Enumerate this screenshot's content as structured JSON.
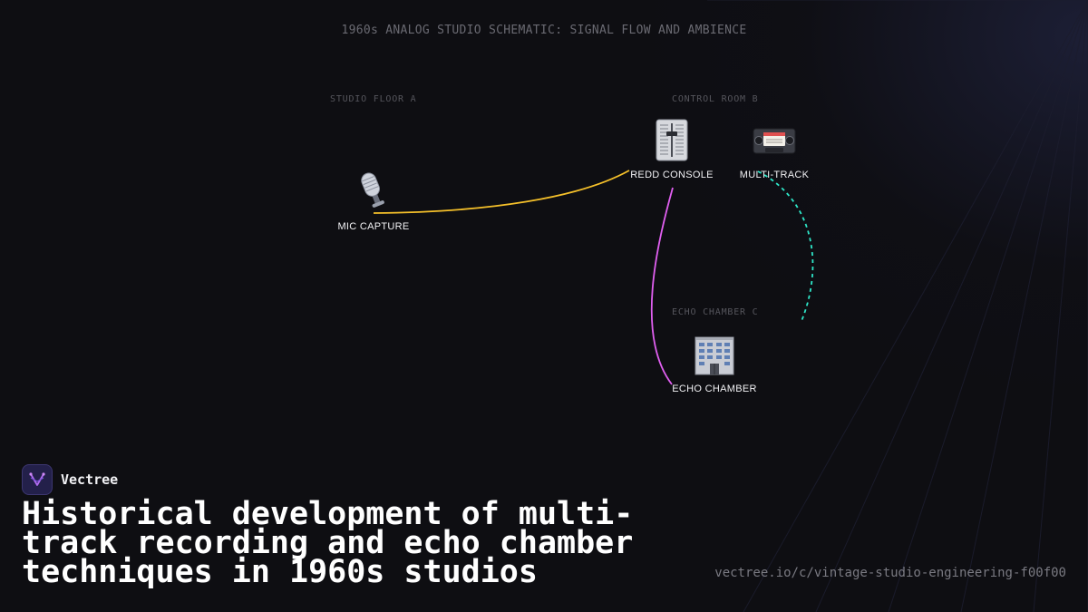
{
  "diagram": {
    "title": "1960s ANALOG STUDIO SCHEMATIC: SIGNAL FLOW AND AMBIENCE",
    "zones": {
      "studio_floor": "STUDIO FLOOR A",
      "control_room": "CONTROL ROOM B",
      "echo_room": "ECHO CHAMBER C"
    },
    "nodes": {
      "mic": {
        "label": "MIC CAPTURE",
        "icon": "microphone-icon"
      },
      "console": {
        "label": "REDD CONSOLE",
        "icon": "mixing-fader-icon"
      },
      "multitrack": {
        "label": "MULTI-TRACK",
        "icon": "tape-cassette-icon"
      },
      "echo": {
        "label": "ECHO CHAMBER",
        "icon": "building-icon"
      }
    },
    "edges": [
      {
        "from": "MIC CAPTURE",
        "to": "REDD CONSOLE",
        "style": "solid",
        "color": "#f5c02a"
      },
      {
        "from": "REDD CONSOLE",
        "to": "ECHO CHAMBER",
        "style": "solid",
        "color": "#e05ff0"
      },
      {
        "from": "MULTI-TRACK",
        "to": "ECHO CHAMBER",
        "style": "dashed",
        "color": "#2ee6c8"
      }
    ]
  },
  "brand": {
    "name": "Vectree",
    "logo_icon": "vectree-logo-icon",
    "accent": "#23204a"
  },
  "headline": "Historical development of multi-track recording and echo chamber techniques in 1960s studios",
  "source_url": "vectree.io/c/vintage-studio-engineering-f00f00",
  "colors": {
    "background": "#0e0e12",
    "text": "#f1f1f4",
    "muted": "#6a6a72"
  }
}
